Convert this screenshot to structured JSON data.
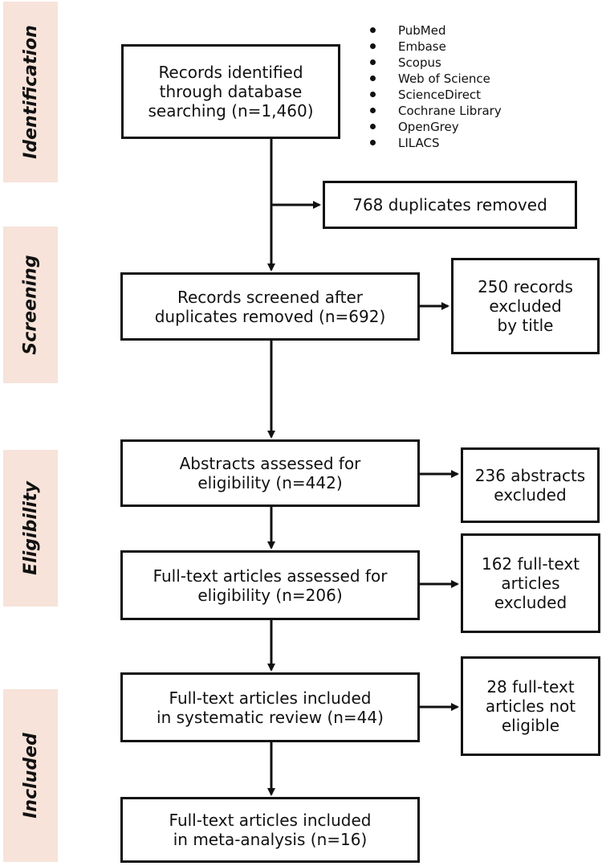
{
  "colors": {
    "phase_fill": "#f7e3d9",
    "line": "#111111"
  },
  "phases": [
    {
      "label": "Identification"
    },
    {
      "label": "Screening"
    },
    {
      "label": "Eligibility"
    },
    {
      "label": "Included"
    }
  ],
  "databases": [
    "PubMed",
    "Embase",
    "Scopus",
    "Web of Science",
    "ScienceDirect",
    "Cochrane Library",
    "OpenGrey",
    "LILACS"
  ],
  "boxes": {
    "identified": "Records identified\nthrough database\nsearching (n=1,460)",
    "duplicates": "768 duplicates removed",
    "screened": "Records screened after\nduplicates removed (n=692)",
    "excluded_title": "250 records\nexcluded\nby title",
    "abstracts": "Abstracts assessed for\neligibility (n=442)",
    "abstracts_excluded": "236 abstracts\nexcluded",
    "fulltext_assessed": "Full-text articles assessed for\neligibility (n=206)",
    "fulltext_excluded": "162 full-text\narticles\nexcluded",
    "systematic": "Full-text articles included\nin systematic review (n=44)",
    "not_eligible": "28 full-text\narticles not\neligible",
    "meta": "Full-text articles included\nin meta-analysis (n=16)"
  }
}
